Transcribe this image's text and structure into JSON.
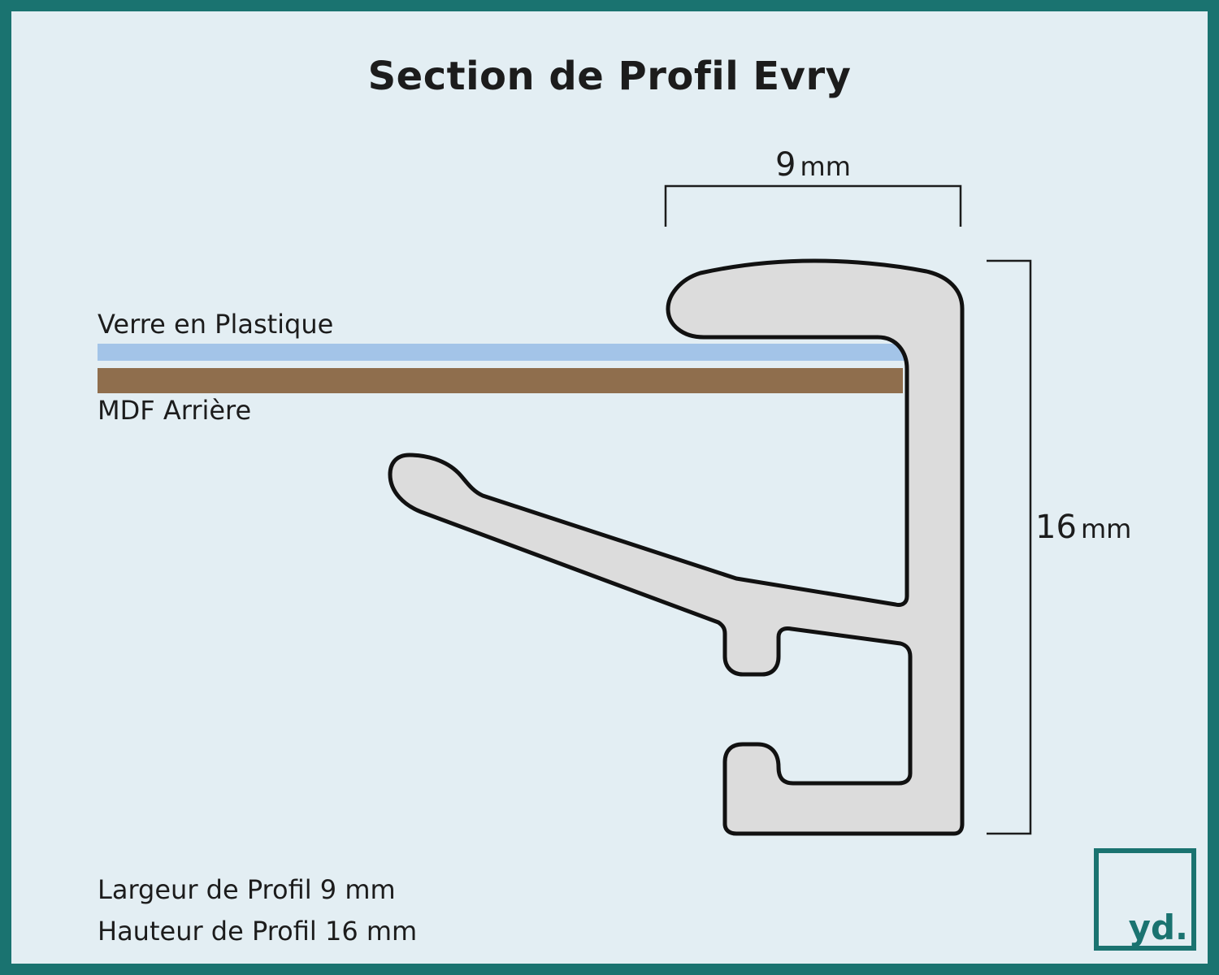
{
  "title": "Section de Profil Evry",
  "labels": {
    "glass": "Verre en Plastique",
    "backing": "MDF Arrière"
  },
  "dimensions": {
    "width": {
      "value": "9",
      "unit": "mm"
    },
    "height": {
      "value": "16",
      "unit": "mm"
    }
  },
  "specs": {
    "width_line": "Largeur de Profil 9 mm",
    "height_line": "Hauteur de Profil 16 mm"
  },
  "logo": {
    "text": "yd."
  },
  "colors": {
    "frame_border": "#1a7370",
    "background": "#e3eef3",
    "profile_fill": "#dcdcdc",
    "profile_stroke": "#111111",
    "glass": "#a3c4e8",
    "mdf": "#8f6e4d"
  }
}
